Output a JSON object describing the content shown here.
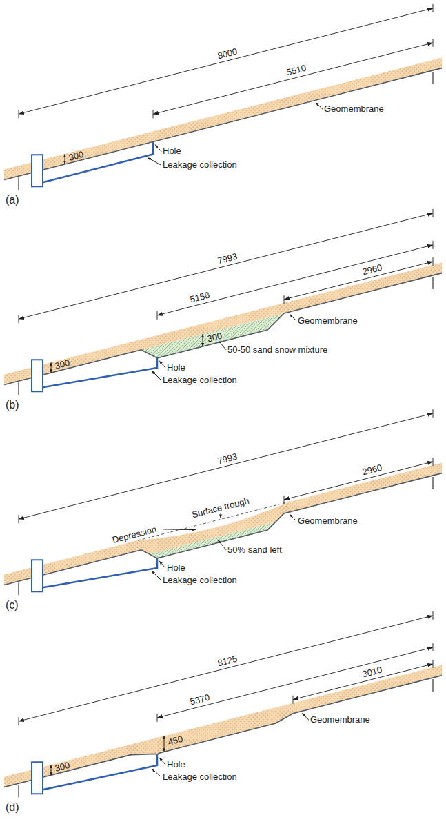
{
  "diagram": {
    "labels": [
      "8000",
      "5510",
      "300",
      "Hole",
      "Geomembrane",
      "Leakage collection",
      "(a)",
      "7993",
      "5158",
      "2960",
      "300",
      "300",
      "Geomembrane",
      "50-50 sand snow mixture",
      "Hole",
      "Leakage collection",
      "(b)",
      "7993",
      "Surface trough",
      "2960",
      "Depression",
      "Geomembrane",
      "Hole",
      "50% sand left",
      "Leakage collection",
      "(c)",
      "8125",
      "5370",
      "3010",
      "450",
      "300",
      "Geomembrane",
      "Hole",
      "Leakage collection",
      "(d)"
    ]
  }
}
